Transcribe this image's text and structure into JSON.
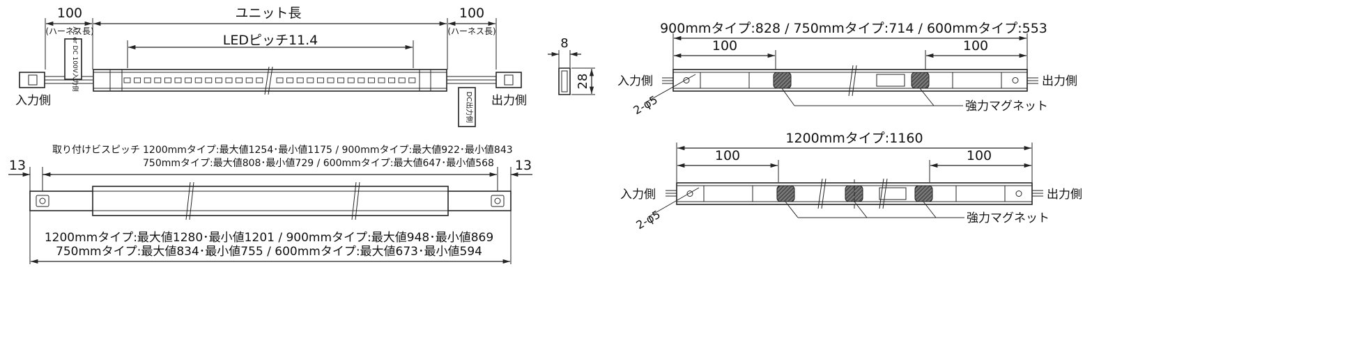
{
  "front_view": {
    "left_harness_dim": "100",
    "left_harness_note": "(ハーネス長)",
    "right_harness_dim": "100",
    "right_harness_note": "(ハーネス長)",
    "unit_length": "ユニット長",
    "led_pitch": "LEDピッチ11.4",
    "input_connector_label": "AC or DC 100V入力側",
    "output_connector_label": "DC出力側",
    "input_side": "入力側",
    "output_side": "出力側"
  },
  "end_view": {
    "width_dim": "8",
    "height_dim": "28"
  },
  "magnet_view_short": {
    "title": "900mmタイプ:828 / 750mmタイプ:714 / 600mmタイプ:553",
    "left_dim": "100",
    "right_dim": "100",
    "input_side": "入力側",
    "output_side": "出力側",
    "hole": "2-φ5",
    "magnet_label": "強力マグネット"
  },
  "magnet_view_long": {
    "title": "1200mmタイプ:1160",
    "left_dim": "100",
    "right_dim": "100",
    "input_side": "入力側",
    "output_side": "出力側",
    "hole": "2-φ5",
    "magnet_label": "強力マグネット"
  },
  "mount_view": {
    "screw_pitch_label": "取り付けビスピッチ",
    "pitch_line1": "1200mmタイプ:最大値1254･最小値1175 / 900mmタイプ:最大値922･最小値843",
    "pitch_line2": "750mmタイプ:最大値808･最小値729 / 600mmタイプ:最大値647･最小値568",
    "left_end_dim": "13",
    "right_end_dim": "13",
    "overall_line1": "1200mmタイプ:最大値1280･最小値1201 / 900mmタイプ:最大値948･最小値869",
    "overall_line2": "750mmタイプ:最大値834･最小値755 / 600mmタイプ:最大値673･最小値594"
  }
}
